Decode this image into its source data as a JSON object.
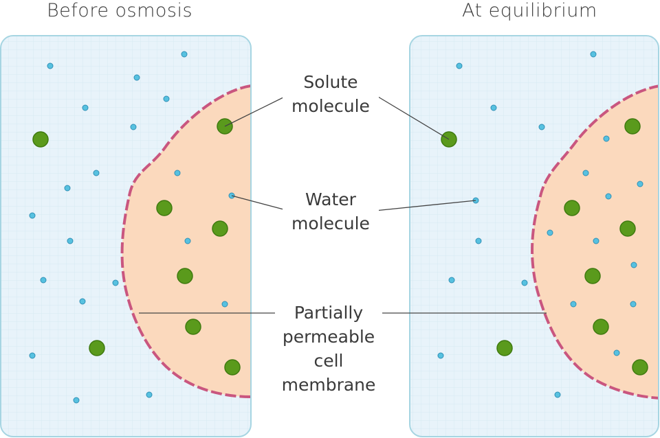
{
  "titles": {
    "left": "Before osmosis",
    "right": "At equilibrium"
  },
  "labels": {
    "solute": [
      "Solute",
      "molecule"
    ],
    "water": [
      "Water",
      "molecule"
    ],
    "membrane": [
      "Partially",
      "permeable",
      "cell",
      "membrane"
    ]
  },
  "colors": {
    "panel_fill": "#e8f3fa",
    "panel_border": "#a6d5e2",
    "cell_fill": "#fbd9bd",
    "membrane": "#c9567f",
    "solute": "#5a9a1c",
    "solute_edge": "#3f7a10",
    "water": "#57c1e0",
    "water_edge": "#2f8fb5",
    "leader_line": "#444444"
  },
  "icons": {
    "solute": "green-circle",
    "water": "small-blue-circle"
  }
}
